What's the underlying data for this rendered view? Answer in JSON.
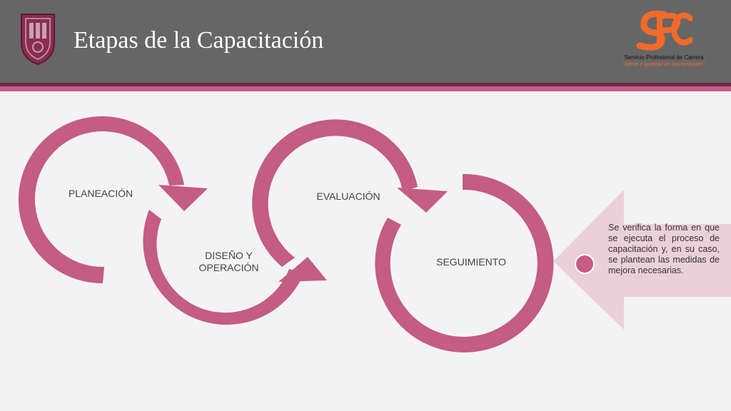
{
  "header": {
    "title": "Etapas de la Capacitación",
    "spc_name": "Servicio Profesional de Carrera",
    "spc_slogan": "\"Mérito e igualdad de oportunidades\""
  },
  "stages": [
    {
      "label": "PLANEACIÓN"
    },
    {
      "label": "DISEÑO Y OPERACIÓN"
    },
    {
      "label": "EVALUACIÓN"
    },
    {
      "label": "SEGUIMIENTO"
    }
  ],
  "description": "Se verifica la forma en que se ejecuta el proceso de capacitación y, en su caso, se plantean las medidas de mejora necesarias.",
  "colors": {
    "header": "#666666",
    "accent_dark": "#6e2a48",
    "accent": "#c45c84",
    "light_pink": "#ecd0d9",
    "spc_orange": "#f26a2a"
  }
}
